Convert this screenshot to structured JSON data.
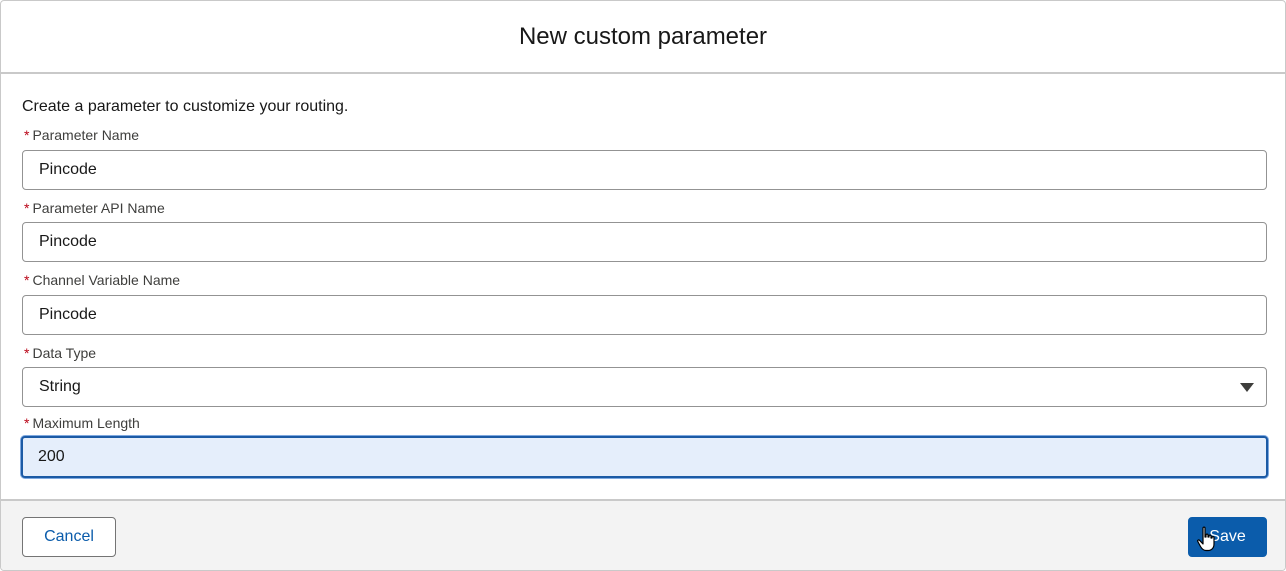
{
  "modal": {
    "title": "New custom parameter",
    "intro": "Create a parameter to customize your routing.",
    "required_marker": "*"
  },
  "fields": {
    "parameter_name": {
      "label": "Parameter Name",
      "value": "Pincode"
    },
    "parameter_api_name": {
      "label": "Parameter API Name",
      "value": "Pincode"
    },
    "channel_variable_name": {
      "label": "Channel Variable Name",
      "value": "Pincode"
    },
    "data_type": {
      "label": "Data Type",
      "value": "String",
      "icon": "chevron-down-icon"
    },
    "maximum_length": {
      "label": "Maximum Length",
      "value": "200"
    }
  },
  "footer": {
    "cancel_label": "Cancel",
    "save_label": "Save"
  },
  "colors": {
    "brand": "#0b5cab",
    "required": "#ba0517",
    "focus_bg": "#e5eefb"
  }
}
